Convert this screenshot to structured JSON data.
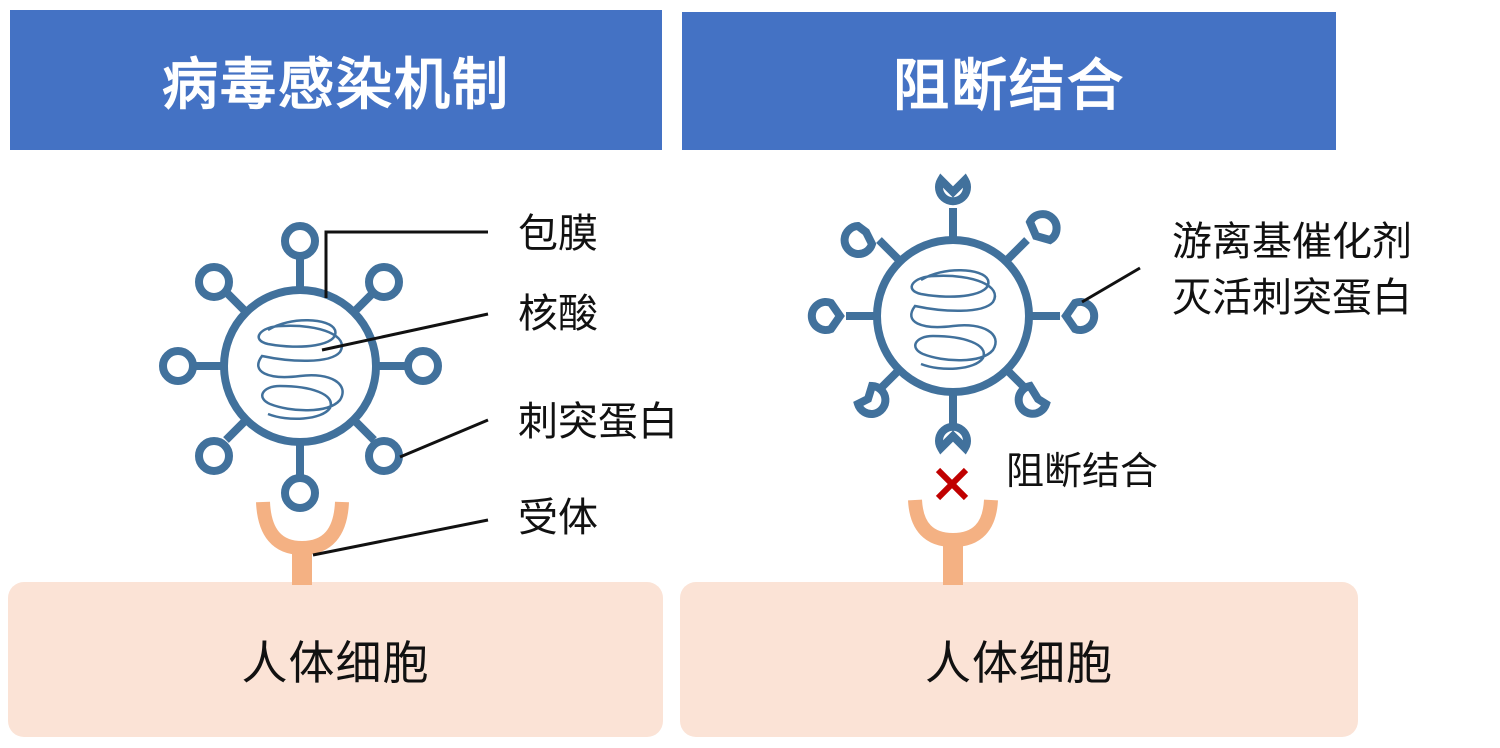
{
  "left_panel": {
    "title": "病毒感染机制",
    "labels": {
      "envelope": "包膜",
      "nucleic_acid": "核酸",
      "spike": "刺突蛋白",
      "receptor": "受体"
    },
    "cell": "人体细胞"
  },
  "right_panel": {
    "title": "阻断结合",
    "catalyst_line1": "游离基催化剂",
    "catalyst_line2": "灭活刺突蛋白",
    "block_label": "阻断结合",
    "cell": "人体细胞"
  },
  "colors": {
    "banner": "#4472c4",
    "virus": "#41719c",
    "receptor": "#f4b183",
    "cell": "#fbe3d6",
    "block_mark": "#c00000"
  }
}
